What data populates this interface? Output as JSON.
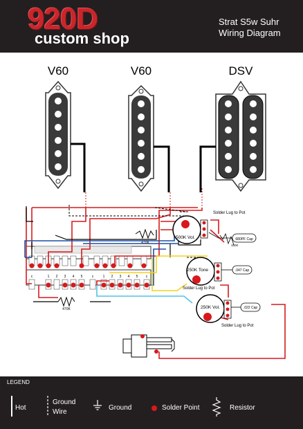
{
  "header": {
    "logo_number": "920D",
    "logo_subtitle": "custom shop",
    "title_line1": "Strat S5w Suhr",
    "title_line2": "Wiring Diagram"
  },
  "pickups": {
    "neck_label": "V60",
    "middle_label": "V60",
    "bridge_label": "DSV"
  },
  "components": {
    "vol_pot": "500K Vol.",
    "tone_pot": "250K Tone",
    "vol2_pot": "250K Vol.",
    "cap_vol": "680PF Cap",
    "cap_tone": ".047 Cap",
    "cap_vol2": ".022 Cap",
    "resistor_vol": "150K",
    "resistor_top": "470K",
    "resistor_bottom": "470K",
    "lug_note_1": "Solder Lug to Pot",
    "lug_note_2": "Solder Lug to Pot",
    "lug_note_3": "Solder Lug to Pot",
    "switch_top_labels": [
      "c",
      "1",
      "2",
      "3",
      "4",
      "5",
      "c",
      "1",
      "2",
      "3",
      "4",
      "5",
      "c"
    ],
    "switch_bottom_labels": [
      "c",
      "1",
      "2",
      "3",
      "4",
      "5",
      "c",
      "1",
      "2",
      "3",
      "4",
      "5",
      "c"
    ]
  },
  "legend": {
    "title": "LEGEND",
    "hot": "Hot",
    "ground_wire_1": "Ground",
    "ground_wire_2": "Wire",
    "ground": "Ground",
    "solder_point": "Solder Point",
    "resistor": "Resistor"
  },
  "colors": {
    "header_bg": "#231f20",
    "hot_red": "#d7191c",
    "ground_black": "#000000",
    "wire_blue": "#1f4fa3",
    "wire_yellow": "#f2d21b",
    "wire_cyan": "#4fc3e8",
    "pickup_body": "#3a3a3a",
    "pickup_cover": "#ffffff"
  }
}
